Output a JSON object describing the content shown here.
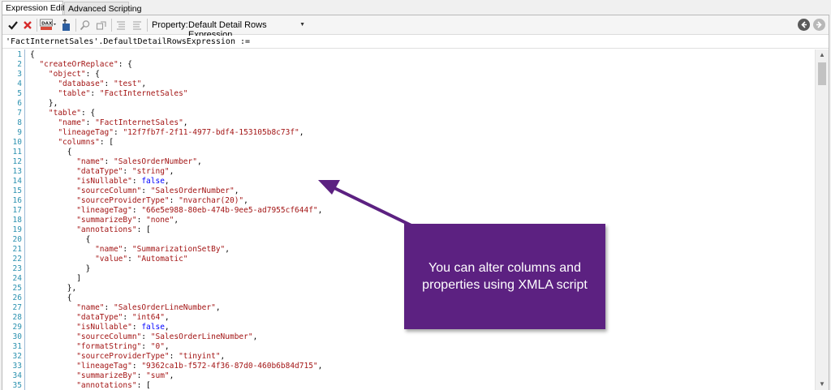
{
  "tabs": [
    {
      "label": "Expression Editor",
      "active": true
    },
    {
      "label": "Advanced Scripting",
      "active": false
    }
  ],
  "toolbar": {
    "property_label": "Property:",
    "property_value": "Default Detail Rows Expression",
    "dax_badge": "DAX"
  },
  "expression_header": "'FactInternetSales'.DefaultDetailRowsExpression :=",
  "code_lines": [
    "{",
    "  \"createOrReplace\": {",
    "    \"object\": {",
    "      \"database\": \"test\",",
    "      \"table\": \"FactInternetSales\"",
    "    },",
    "    \"table\": {",
    "      \"name\": \"FactInternetSales\",",
    "      \"lineageTag\": \"12f7fb7f-2f11-4977-bdf4-153105b8c73f\",",
    "      \"columns\": [",
    "        {",
    "          \"name\": \"SalesOrderNumber\",",
    "          \"dataType\": \"string\",",
    "          \"isNullable\": false,",
    "          \"sourceColumn\": \"SalesOrderNumber\",",
    "          \"sourceProviderType\": \"nvarchar(20)\",",
    "          \"lineageTag\": \"66e5e988-80eb-474b-9ee5-ad7955cf644f\",",
    "          \"summarizeBy\": \"none\",",
    "          \"annotations\": [",
    "            {",
    "              \"name\": \"SummarizationSetBy\",",
    "              \"value\": \"Automatic\"",
    "            }",
    "          ]",
    "        },",
    "        {",
    "          \"name\": \"SalesOrderLineNumber\",",
    "          \"dataType\": \"int64\",",
    "          \"isNullable\": false,",
    "          \"sourceColumn\": \"SalesOrderLineNumber\",",
    "          \"formatString\": \"0\",",
    "          \"sourceProviderType\": \"tinyint\",",
    "          \"lineageTag\": \"9362ca1b-f572-4f36-87d0-460b6b84d715\",",
    "          \"summarizeBy\": \"sum\",",
    "          \"annotations\": ["
  ],
  "callout": {
    "text": "You can alter columns and properties using XMLA script"
  },
  "colors": {
    "callout_bg": "#5c2181",
    "key": "#a31515",
    "string": "#a31515",
    "boolean": "#0000ff",
    "line_number": "#2b91af"
  },
  "icons": {
    "check": "check-icon",
    "cancel": "cancel-icon",
    "dax_format": "dax-format-icon",
    "insert": "insert-icon",
    "find": "find-icon",
    "replace": "replace-icon",
    "comment": "comment-icon",
    "uncomment": "uncomment-icon",
    "back": "back-arrow-icon",
    "forward": "forward-arrow-icon"
  }
}
